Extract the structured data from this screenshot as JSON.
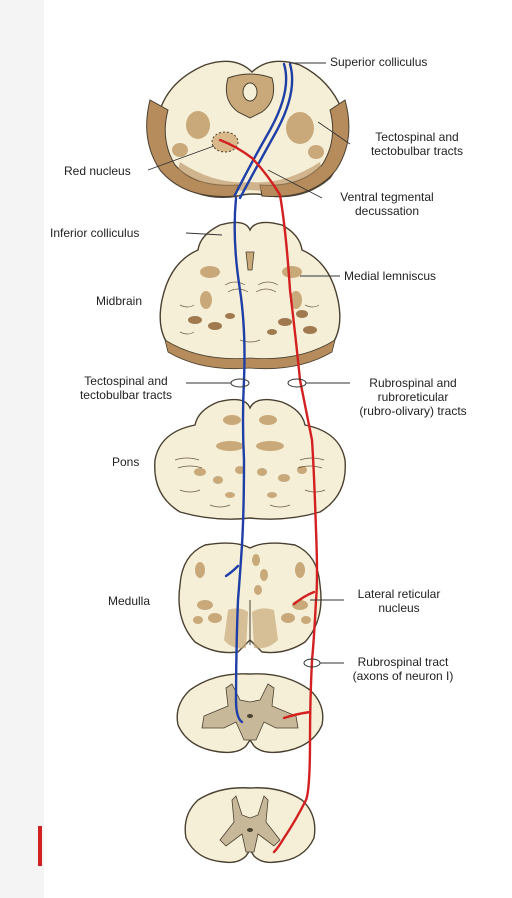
{
  "colors": {
    "tissue": "#f6efd8",
    "tissue_outline": "#4a4030",
    "nucleus": "#c9a97a",
    "dark_band": "#b68c5c",
    "grey_matter": "#c8b89a",
    "tract_blue": "#1f3fa8",
    "tract_red": "#d32020",
    "leader": "#333333"
  },
  "labels": {
    "superior_colliculus": "Superior colliculus",
    "tectospinal_top_1": "Tectospinal and",
    "tectospinal_top_2": "tectobulbar tracts",
    "red_nucleus": "Red nucleus",
    "ventral_tegmental_1": "Ventral tegmental",
    "ventral_tegmental_2": "decussation",
    "inferior_colliculus": "Inferior colliculus",
    "medial_lemniscus": "Medial lemniscus",
    "midbrain": "Midbrain",
    "tectospinal_mid_1": "Tectospinal and",
    "tectospinal_mid_2": "tectobulbar tracts",
    "rubrospinal_1": "Rubrospinal and",
    "rubrospinal_2": "rubroreticular",
    "rubrospinal_3": "(rubro-olivary) tracts",
    "pons": "Pons",
    "medulla": "Medulla",
    "lateral_reticular_1": "Lateral reticular",
    "lateral_reticular_2": "nucleus",
    "rubrospinal_tract_1": "Rubrospinal tract",
    "rubrospinal_tract_2": "(axons of neuron I)"
  }
}
